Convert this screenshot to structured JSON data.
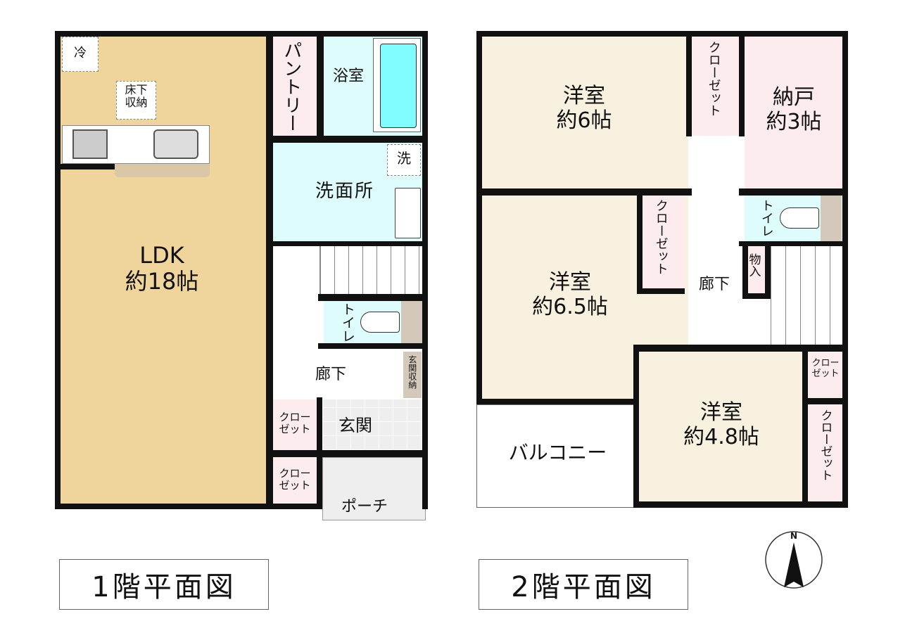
{
  "floor1": {
    "title": "1階平面図",
    "ldk": "LDK\n約18帖",
    "fridge": "冷",
    "underfloor": "床下\n収納",
    "pantry": "パントリー",
    "bath": "浴室",
    "washroom": "洗面所",
    "washer": "洗",
    "toilet": "トイレ",
    "hallway": "廊下",
    "entrance_storage": "玄関収納",
    "closet1": "クロー\nゼット",
    "closet2": "クロー\nゼット",
    "entrance": "玄関",
    "porch": "ポーチ"
  },
  "floor2": {
    "title": "2階平面図",
    "western1": "洋室\n約6帖",
    "closet_a": "クローゼット",
    "storeroom": "納戸\n約3帖",
    "western2": "洋室\n約6.5帖",
    "closet_b": "クローゼット",
    "toilet": "トイレ",
    "storage": "物入",
    "hallway": "廊下",
    "western3": "洋室\n約4.8帖",
    "closet_c": "クロー\nゼット",
    "closet_d": "クローゼット",
    "balcony": "バルコニー"
  },
  "compass": {
    "north": "N"
  },
  "colors": {
    "ldk": "#efd59b",
    "western": "#f8f1e0",
    "pink": "#fdecee",
    "water": "#dffcfd",
    "tub": "#80fcff",
    "storage": "#d4c8bb",
    "tile": "#eeeeee"
  }
}
